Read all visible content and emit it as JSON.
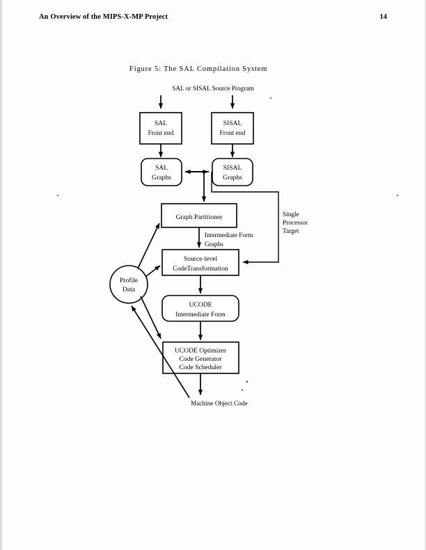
{
  "page": {
    "running_head": "An Overview of the MIPS-X-MP Project",
    "page_number": "14"
  },
  "figure": {
    "caption": "Figure 5: The SAL Compilation System",
    "input_label": "SAL or SISAL Source Program",
    "output_label": "Machine Object Code",
    "side_label": "Single\nProcessor\nTarget",
    "side_label_lines": [
      "Single",
      "Processor",
      "Target"
    ],
    "edge_label_lines": [
      "Intermediate Form",
      "Graphs"
    ],
    "nodes": [
      {
        "id": "sal-front-end",
        "shape": "rect",
        "lines": [
          "SAL",
          "Front end"
        ]
      },
      {
        "id": "sisal-front-end",
        "shape": "rect",
        "lines": [
          "SISAL",
          "Front end"
        ]
      },
      {
        "id": "sal-graphs",
        "shape": "rounded",
        "lines": [
          "SAL",
          "Graphs"
        ]
      },
      {
        "id": "sisal-graphs",
        "shape": "rounded",
        "lines": [
          "SISAL",
          "Graphs"
        ]
      },
      {
        "id": "graph-partitioner",
        "shape": "rect",
        "lines": [
          "Graph Partitioner"
        ]
      },
      {
        "id": "source-level-xform",
        "shape": "rect",
        "lines": [
          "Source-level",
          "CodeTransformation"
        ]
      },
      {
        "id": "ucode-intermediate",
        "shape": "rounded",
        "lines": [
          "UCODE",
          "Intermediate Form"
        ]
      },
      {
        "id": "ucode-optimizer",
        "shape": "rect",
        "lines": [
          "UCODE  Optimizer",
          "Code Generator",
          "Code Scheduler"
        ]
      },
      {
        "id": "profile-data",
        "shape": "circle",
        "lines": [
          "Profile",
          "Data"
        ]
      }
    ]
  },
  "chart_data": {
    "type": "diagram",
    "title": "Figure 5: The SAL Compilation System",
    "node_labels": [
      "SAL Front end",
      "SISAL Front end",
      "SAL Graphs",
      "SISAL Graphs",
      "Graph Partitioner",
      "Source-level CodeTransformation",
      "UCODE Intermediate Form",
      "UCODE Optimizer Code Generator Code Scheduler",
      "Profile Data"
    ],
    "edge_labels": [
      "SAL or SISAL Source Program",
      "Intermediate Form Graphs",
      "Single Processor Target",
      "Machine Object Code"
    ],
    "edges": [
      {
        "from": "SAL or SISAL Source Program",
        "to": "SAL Front end"
      },
      {
        "from": "SAL or SISAL Source Program",
        "to": "SISAL Front end"
      },
      {
        "from": "SAL Front end",
        "to": "SAL Graphs"
      },
      {
        "from": "SISAL Front end",
        "to": "SISAL Graphs"
      },
      {
        "from": "SAL Graphs",
        "to": "SISAL Graphs",
        "bidirectional": true
      },
      {
        "from": "SAL Graphs / SISAL Graphs",
        "to": "Graph Partitioner"
      },
      {
        "from": "SISAL Graphs",
        "to": "Source-level CodeTransformation",
        "label": "Single Processor Target"
      },
      {
        "from": "Graph Partitioner",
        "to": "Source-level CodeTransformation",
        "label": "Intermediate Form Graphs"
      },
      {
        "from": "Source-level CodeTransformation",
        "to": "UCODE Intermediate Form"
      },
      {
        "from": "UCODE Intermediate Form",
        "to": "UCODE Optimizer Code Generator Code Scheduler"
      },
      {
        "from": "UCODE Optimizer Code Generator Code Scheduler",
        "to": "Machine Object Code"
      },
      {
        "from": "Profile Data",
        "to": "Graph Partitioner"
      },
      {
        "from": "Profile Data",
        "to": "Source-level CodeTransformation"
      },
      {
        "from": "Profile Data",
        "to": "UCODE Optimizer Code Generator Code Scheduler"
      },
      {
        "from": "Machine Object Code",
        "to": "Profile Data"
      }
    ]
  }
}
